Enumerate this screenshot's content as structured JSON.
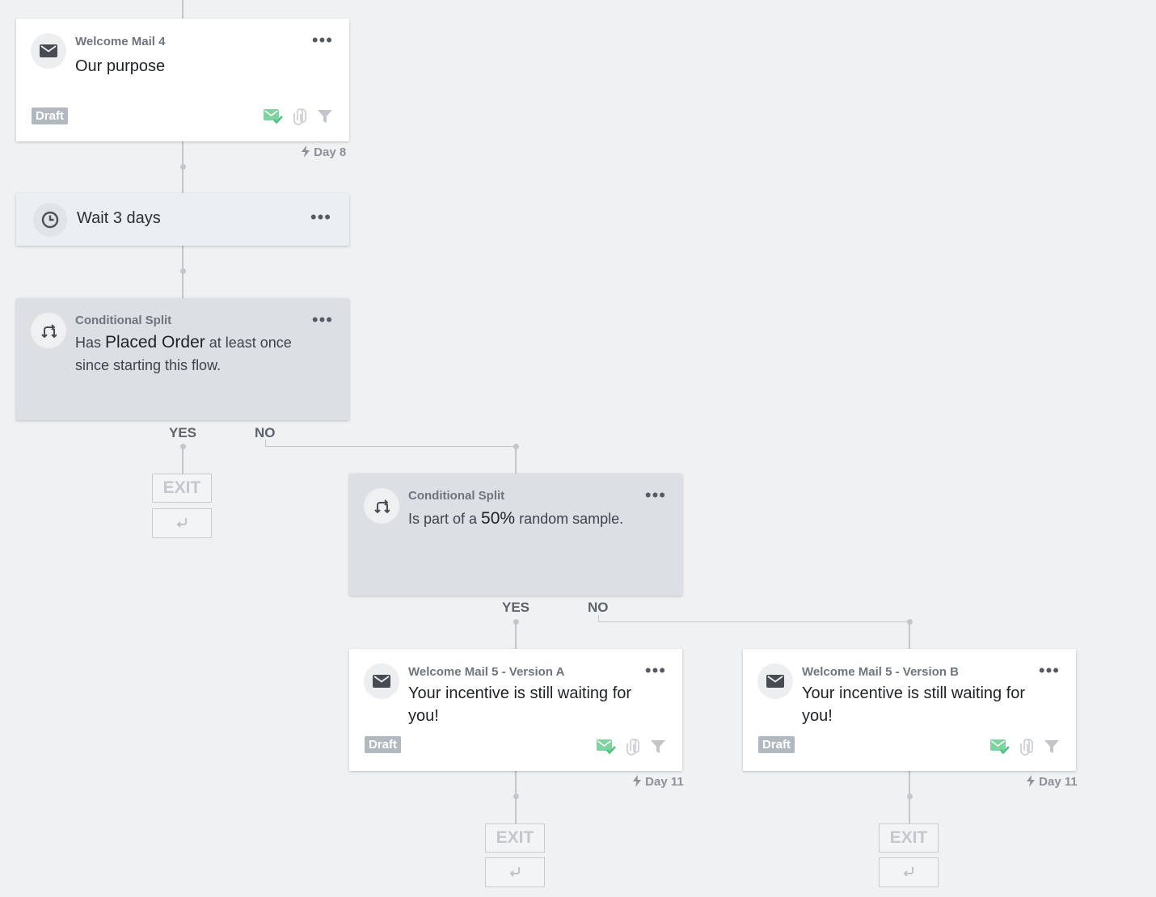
{
  "nodes": {
    "mail4": {
      "kicker": "Welcome Mail 4",
      "title": "Our purpose",
      "status": "Draft",
      "day": "Day 8",
      "icon": "envelope-icon"
    },
    "wait": {
      "label": "Wait 3 days",
      "icon": "clock-icon"
    },
    "split1": {
      "kicker": "Conditional Split",
      "pre": "Has ",
      "highlight": "Placed Order",
      "post": " at least once since starting this flow.",
      "yes": "YES",
      "no": "NO",
      "icon": "split-icon"
    },
    "exit1": {
      "label": "EXIT"
    },
    "split2": {
      "kicker": "Conditional Split",
      "pre": "Is part of a ",
      "highlight": "50%",
      "post": " random sample.",
      "yes": "YES",
      "no": "NO",
      "icon": "split-icon"
    },
    "mail5a": {
      "kicker": "Welcome Mail 5 - Version A",
      "title": "Your incentive is still waiting for you!",
      "status": "Draft",
      "day": "Day 11",
      "icon": "envelope-icon"
    },
    "mail5b": {
      "kicker": "Welcome Mail 5 - Version B",
      "title": "Your incentive is still waiting for you!",
      "status": "Draft",
      "day": "Day 11",
      "icon": "envelope-icon"
    },
    "exit2": {
      "label": "EXIT"
    },
    "exit3": {
      "label": "EXIT"
    }
  },
  "menu_glyph": "•••",
  "colors": {
    "canvas": "#eff1f3",
    "connector": "#c3c7cc",
    "draft_badge": "#b2b8bf",
    "approved_icon": "#6fcf97",
    "split_card": "#dcdfe4"
  }
}
